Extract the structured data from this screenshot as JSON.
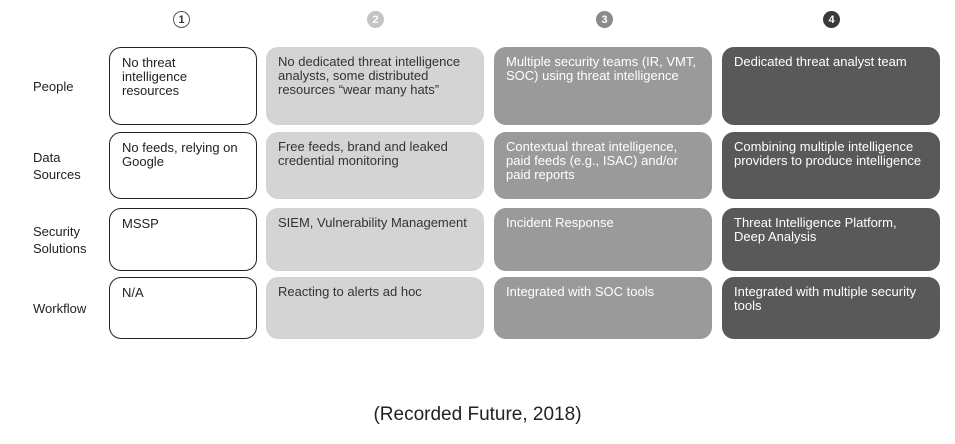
{
  "levels": [
    "1",
    "2",
    "3",
    "4"
  ],
  "rows": [
    {
      "label": "People",
      "cells": [
        "No threat intelligence resources",
        "No dedicated threat intelligence analysts, some distributed resources “wear many hats”",
        "Multiple security teams (IR, VMT, SOC) using threat intelligence",
        "Dedicated threat analyst team"
      ]
    },
    {
      "label": "Data Sources",
      "cells": [
        "No feeds, relying on Google",
        "Free feeds, brand and leaked credential monitoring",
        "Contextual threat intelligence, paid feeds (e.g., ISAC) and/or paid reports",
        "Combining multiple intelligence providers to produce intelligence"
      ]
    },
    {
      "label": "Security Solutions",
      "cells": [
        "MSSP",
        "SIEM, Vulnerability Management",
        "Incident Response",
        "Threat Intelligence Platform, Deep Analysis"
      ]
    },
    {
      "label": "Workflow",
      "cells": [
        "N/A",
        "Reacting to alerts ad hoc",
        "Integrated with SOC tools",
        "Integrated with multiple security tools"
      ]
    }
  ],
  "colors": {
    "level1_fill": "#ffffff",
    "level1_border": "#222222",
    "level2_fill": "#d4d4d4",
    "level3_fill": "#9a9a9a",
    "level4_fill": "#595959",
    "level2_text": "#333333",
    "level34_text": "#ffffff"
  },
  "caption": "(Recorded Future, 2018)"
}
